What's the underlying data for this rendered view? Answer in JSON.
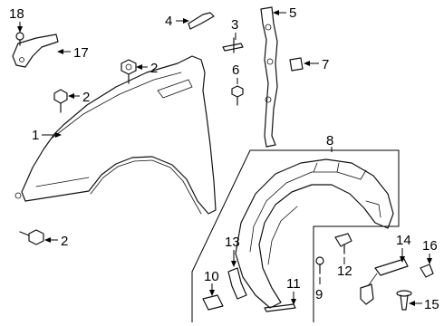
{
  "callouts": {
    "c1": "1",
    "c2a": "2",
    "c2b": "2",
    "c2c": "2",
    "c3": "3",
    "c4": "4",
    "c5": "5",
    "c6": "6",
    "c7": "7",
    "c8": "8",
    "c9": "9",
    "c10": "10",
    "c11": "11",
    "c12": "12",
    "c13": "13",
    "c14": "14",
    "c15": "15",
    "c16": "16",
    "c17": "17",
    "c18": "18"
  },
  "colors": {
    "line": "#111111",
    "background": "#ffffff"
  }
}
